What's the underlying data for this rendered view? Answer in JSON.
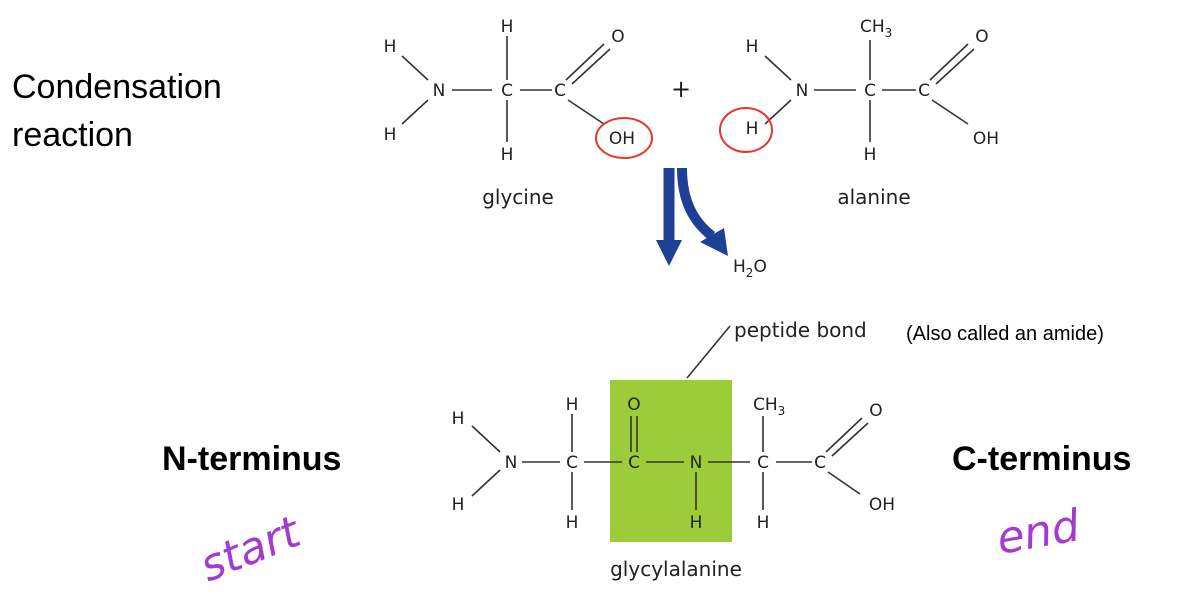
{
  "title_lines": [
    "Condensation",
    "reaction"
  ],
  "plus_sign": "+",
  "glycine": {
    "name": "glycine",
    "atoms": {
      "h_top_left": "H",
      "n": "N",
      "h_bottom_left": "H",
      "c_alpha": "C",
      "h_alpha_top": "H",
      "h_alpha_bottom": "H",
      "c_carbonyl": "C",
      "o": "O",
      "oh": "OH"
    }
  },
  "alanine": {
    "name": "alanine",
    "atoms": {
      "h_top_left": "H",
      "n": "N",
      "h_bottom_left": "H",
      "c_alpha": "C",
      "ch3_main": "CH",
      "ch3_sub": "3",
      "h_alpha_bottom": "H",
      "c_carbonyl": "C",
      "o": "O",
      "oh": "OH"
    }
  },
  "water": {
    "main": "H",
    "sub": "2",
    "tail": "O"
  },
  "peptide_bond_label": "peptide bond",
  "amide_note": "(Also called an amide)",
  "glycylalanine": {
    "name": "glycylalanine",
    "atoms": {
      "h_top_left": "H",
      "n1": "N",
      "h_bottom_left": "H",
      "c1": "C",
      "c1_h_top": "H",
      "c1_h_bottom": "H",
      "c2": "C",
      "c2_o": "O",
      "n2": "N",
      "n2_h": "H",
      "c3": "C",
      "ch3_main": "CH",
      "ch3_sub": "3",
      "c3_h_bottom": "H",
      "c4": "C",
      "c4_o": "O",
      "c4_oh": "OH"
    }
  },
  "n_terminus": "N-terminus",
  "c_terminus": "C-terminus",
  "annotations": {
    "start": "start",
    "end": "end"
  },
  "colors": {
    "highlight_green": "#9ccc3a",
    "circle_red": "#e23a2e",
    "arrow_blue": "#1d3f94",
    "handwriting_purple": "#a43ad0"
  }
}
